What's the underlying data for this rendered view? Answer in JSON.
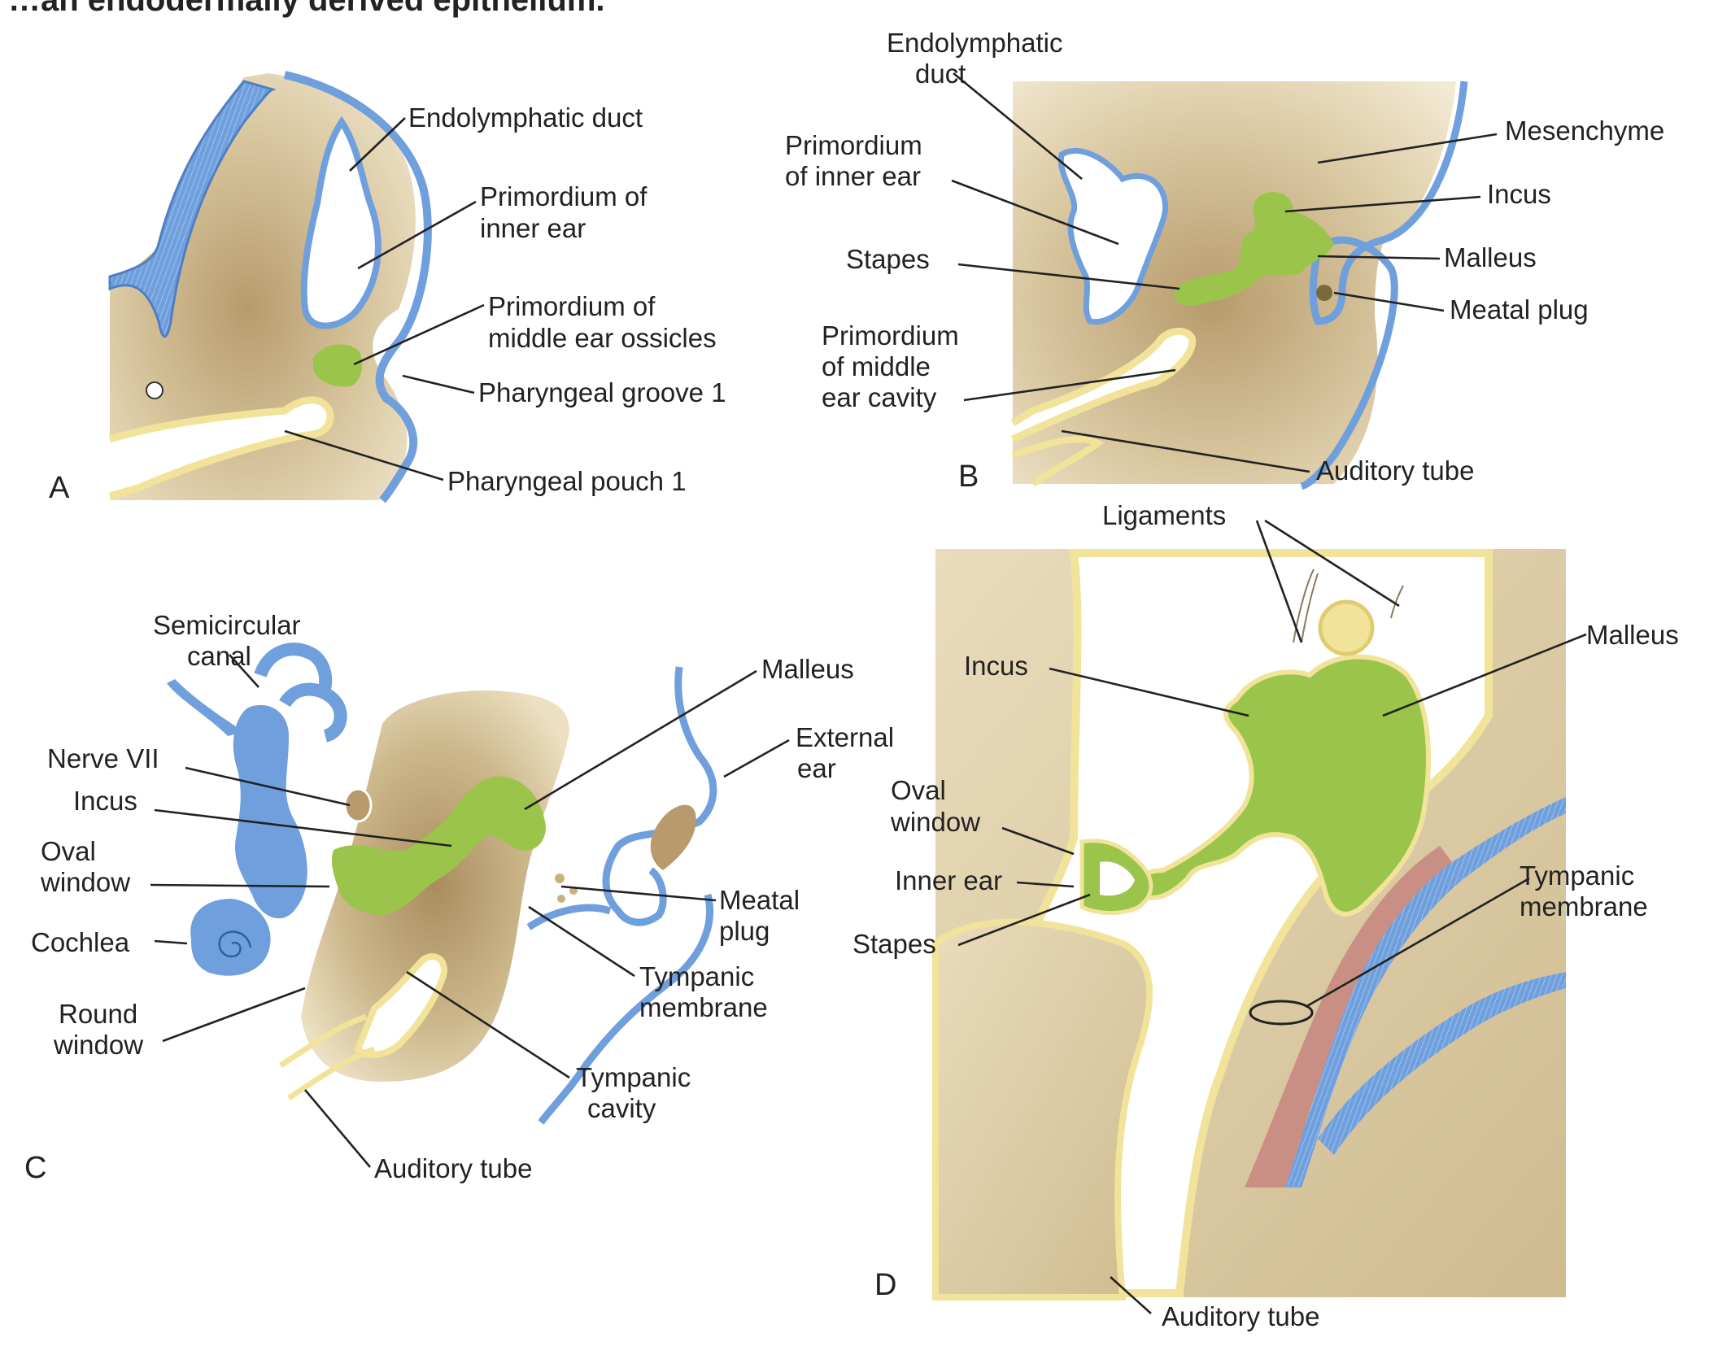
{
  "header_text": "…an endodermally derived epithelium.",
  "colors": {
    "mesenchyme": "#cbb58a",
    "ectoderm_blue": "#6f9fdc",
    "endoderm_yellow": "#f2e39a",
    "ossicle_green": "#9bc44a",
    "membrane_pink": "#c98f84"
  },
  "panels": {
    "A": {
      "letter": "A",
      "labels": {
        "endolymphatic_duct": "Endolymphatic duct",
        "inner_ear_1": "Primordium of",
        "inner_ear_2": "inner ear",
        "ossicles_1": "Primordium of",
        "ossicles_2": "middle ear ossicles",
        "groove": "Pharyngeal groove 1",
        "pouch": "Pharyngeal pouch 1"
      }
    },
    "B": {
      "letter": "B",
      "labels": {
        "endo_1": "Endolymphatic",
        "endo_2": "duct",
        "inner_1": "Primordium",
        "inner_2": "of inner ear",
        "stapes": "Stapes",
        "mid_1": "Primordium",
        "mid_2": "of middle",
        "mid_3": "ear cavity",
        "mesenchyme": "Mesenchyme",
        "incus": "Incus",
        "malleus": "Malleus",
        "meatal_plug": "Meatal plug",
        "auditory_tube": "Auditory tube"
      }
    },
    "C": {
      "letter": "C",
      "labels": {
        "semi_1": "Semicircular",
        "semi_2": "canal",
        "nerve": "Nerve VII",
        "incus": "Incus",
        "oval_1": "Oval",
        "oval_2": "window",
        "cochlea": "Cochlea",
        "round_1": "Round",
        "round_2": "window",
        "malleus": "Malleus",
        "ext_1": "External",
        "ext_2": "ear",
        "meatal_1": "Meatal",
        "meatal_2": "plug",
        "tymp_m_1": "Tympanic",
        "tymp_m_2": "membrane",
        "tymp_c_1": "Tympanic",
        "tymp_c_2": "cavity",
        "auditory_tube": "Auditory tube"
      }
    },
    "D": {
      "letter": "D",
      "labels": {
        "ligaments": "Ligaments",
        "incus": "Incus",
        "malleus": "Malleus",
        "oval_1": "Oval",
        "oval_2": "window",
        "inner_ear": "Inner ear",
        "stapes": "Stapes",
        "tymp_1": "Tympanic",
        "tymp_2": "membrane",
        "auditory_tube": "Auditory tube"
      }
    }
  }
}
